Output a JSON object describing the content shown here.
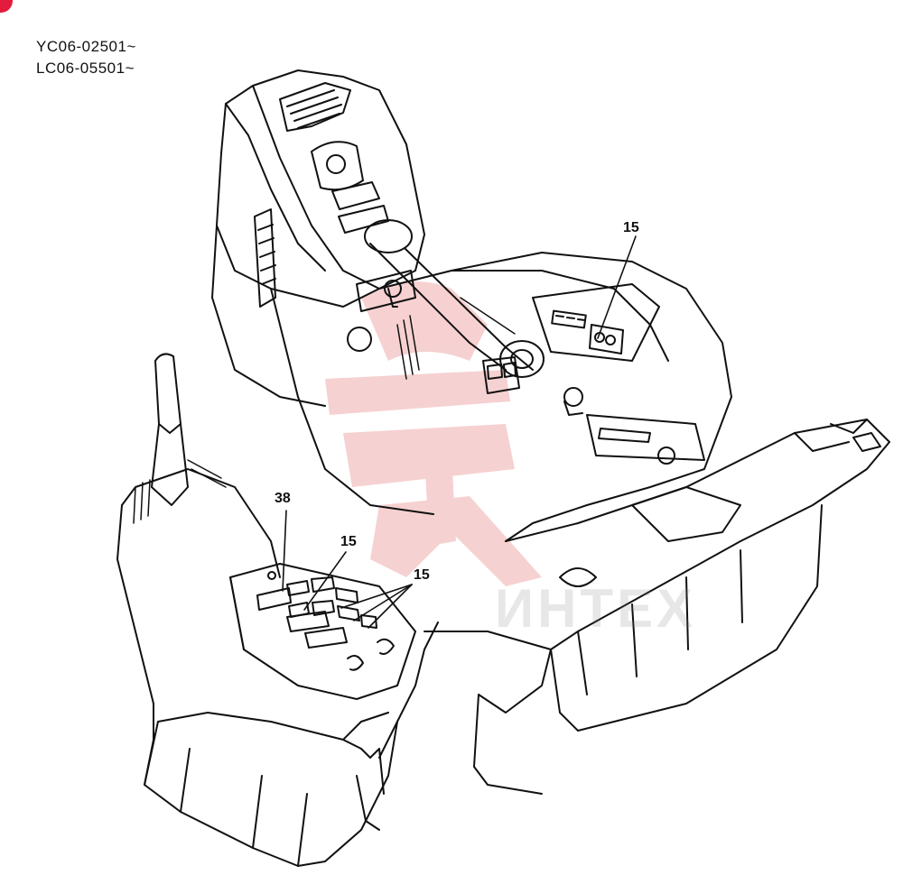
{
  "serial_ranges": [
    "YC06-02501~",
    "LC06-05501~"
  ],
  "callouts": {
    "right_console_part": "15",
    "left_console_part_a": "38",
    "left_console_part_b": "15",
    "left_console_part_c": "15"
  },
  "watermark_text": "ИНТЕХ",
  "colors": {
    "line": "#111111",
    "watermark_red": "#f2b8b8",
    "badge": "#e31b3c"
  }
}
